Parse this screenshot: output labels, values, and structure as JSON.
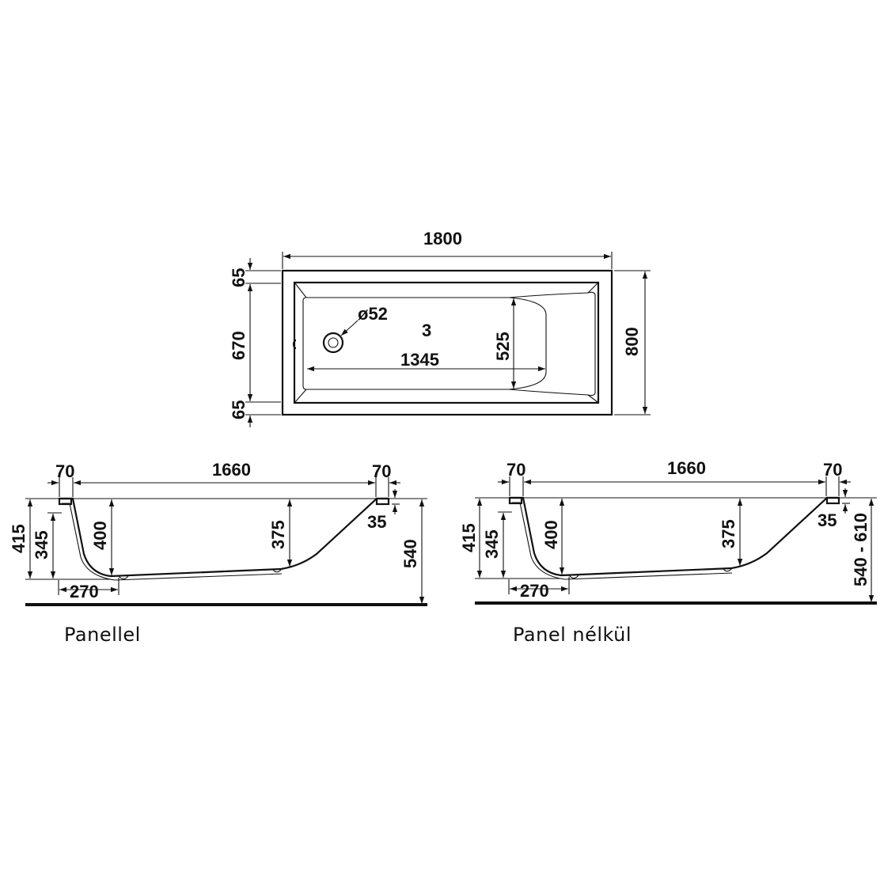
{
  "top_view": {
    "length": "1800",
    "width": "800",
    "rim_top": "65",
    "inner_width": "670",
    "rim_bottom": "65",
    "drain_diameter": "ø52",
    "volume_mark": "3",
    "floor_length": "1345",
    "floor_width": "525"
  },
  "section_panel": {
    "left_rim": "70",
    "inner_length": "1660",
    "right_rim": "70",
    "total_height": "415",
    "rim_to_floor": "345",
    "depth_left": "400",
    "depth_right": "375",
    "rim_thickness": "35",
    "install_height": "540",
    "foot_offset": "270",
    "caption": "Panellel"
  },
  "section_no_panel": {
    "left_rim": "70",
    "inner_length": "1660",
    "right_rim": "70",
    "total_height": "415",
    "rim_to_floor": "345",
    "depth_left": "400",
    "depth_right": "375",
    "rim_thickness": "35",
    "install_height": "540 - 610",
    "foot_offset": "270",
    "caption": "Panel nélkül"
  }
}
